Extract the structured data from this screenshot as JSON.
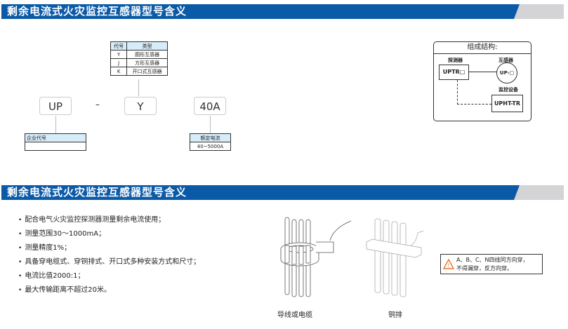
{
  "section1": {
    "title": "剩余电流式火灾监控互感器型号含义"
  },
  "type_table": {
    "headers": [
      "代号",
      "类型"
    ],
    "rows": [
      [
        "Y",
        "圆形互感器"
      ],
      [
        "J",
        "方形互感器"
      ],
      [
        "K",
        "开口式互感器"
      ]
    ]
  },
  "model": {
    "part1": "UP",
    "dash": "–",
    "part2": "Y",
    "part3": "40A"
  },
  "company_table": {
    "header": "企业代号",
    "value": ""
  },
  "current_table": {
    "header": "额定电流",
    "value": "40~5000A"
  },
  "structure": {
    "title": "组成结构:",
    "detector_label": "探测器",
    "detector": "UPTR□",
    "ct_label": "互感器",
    "ct": "UP-□",
    "monitor_label": "监控设备",
    "monitor": "UPHT-TR"
  },
  "section2": {
    "title": "剩余电流式火灾监控互感器型号含义"
  },
  "features": [
    "配合电气火灾监控探测器测量剩余电流使用；",
    "测量范围30～1000mA；",
    "测量精度1%；",
    "具备穿电缆式、穿铜排式、开口式多种安装方式和尺寸；",
    "电流比值2000:1；",
    "最大传输距离不超过20米。"
  ],
  "images": {
    "cable_caption": "导线或电缆",
    "busbar_caption": "铜排"
  },
  "warning": {
    "line1": "A、B、C、N四线同方向穿，",
    "line2": "不得漏穿，反方向穿。"
  },
  "colors": {
    "header_blue": "#0b5aa8",
    "warning_orange": "#e8742a"
  }
}
